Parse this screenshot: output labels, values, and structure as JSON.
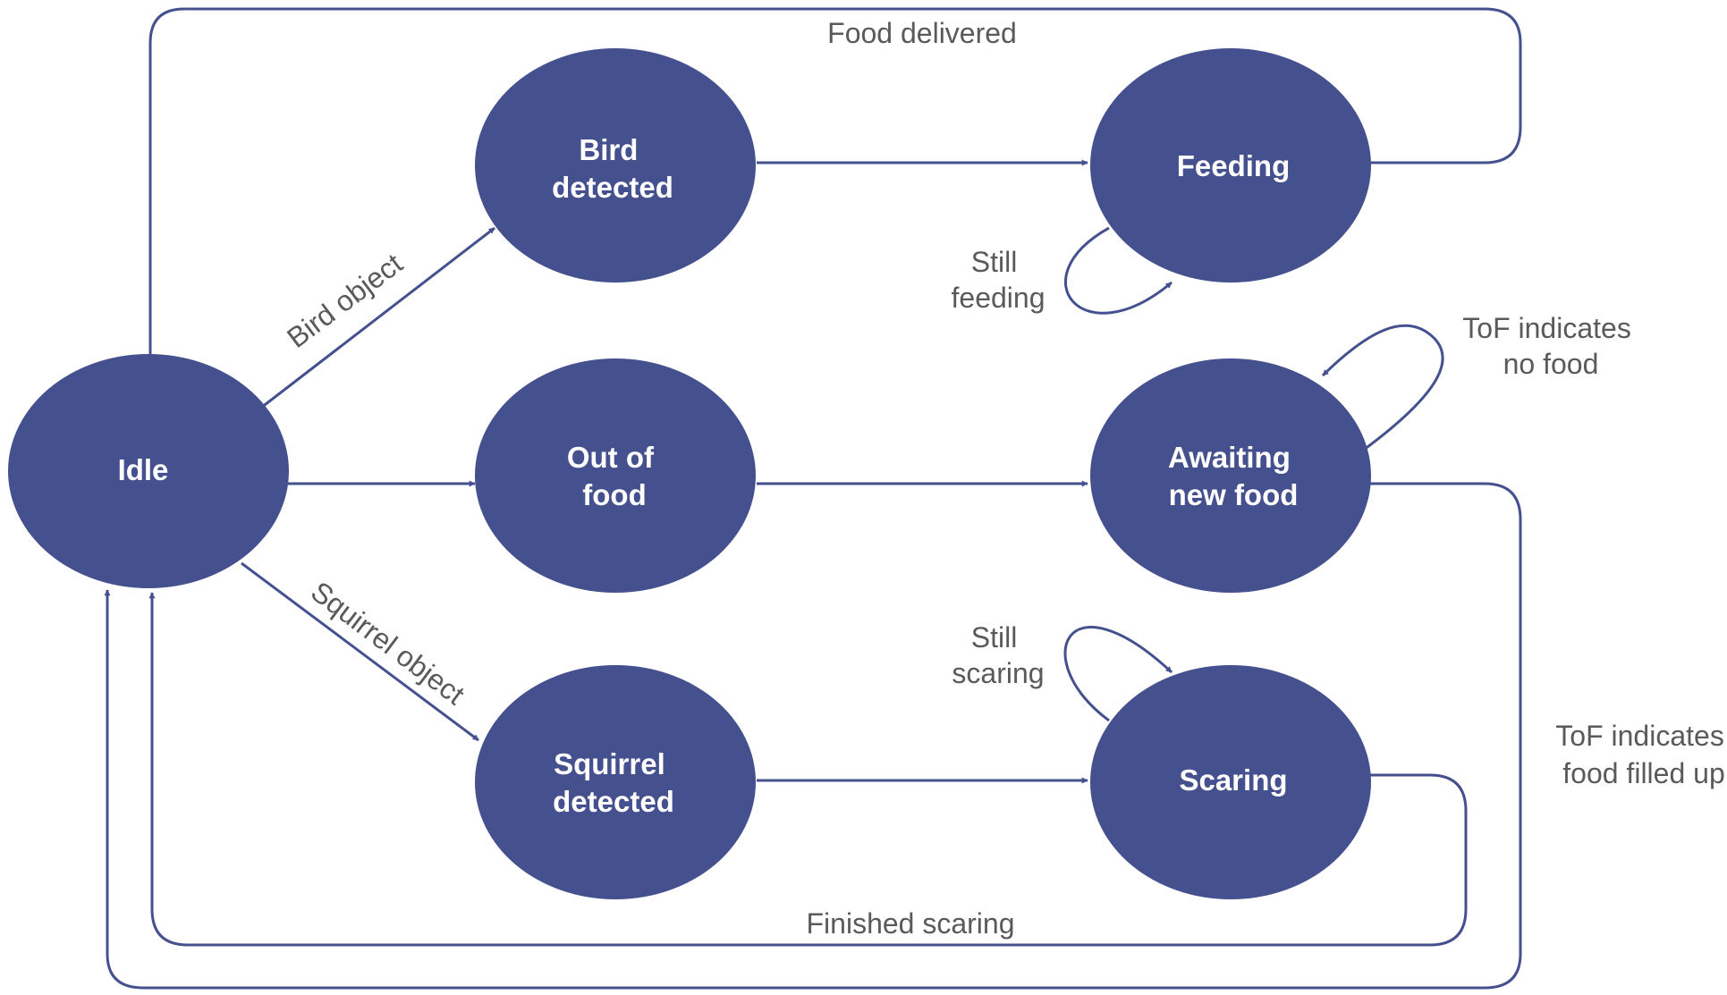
{
  "colors": {
    "node_fill": "#45508f",
    "node_text": "#ffffff",
    "edge": "#45508f",
    "label_text": "#5a5a5a",
    "background": "#ffffff"
  },
  "nodes": {
    "idle": {
      "lines": [
        "Idle"
      ]
    },
    "bird_detected": {
      "lines": [
        "Bird",
        "detected"
      ]
    },
    "feeding": {
      "lines": [
        "Feeding"
      ]
    },
    "out_of_food": {
      "lines": [
        "Out of",
        "food"
      ]
    },
    "awaiting_new_food": {
      "lines": [
        "Awaiting",
        "new food"
      ]
    },
    "squirrel_detected": {
      "lines": [
        "Squirrel",
        "detected"
      ]
    },
    "scaring": {
      "lines": [
        "Scaring"
      ]
    }
  },
  "edge_labels": {
    "food_delivered": [
      "Food delivered"
    ],
    "bird_object": [
      "Bird object"
    ],
    "squirrel_object": [
      "Squirrel object"
    ],
    "still_feeding": [
      "Still",
      "feeding"
    ],
    "tof_no_food": [
      "ToF indicates",
      "no food"
    ],
    "still_scaring": [
      "Still",
      "scaring"
    ],
    "tof_filled": [
      "ToF indicates",
      "food filled up"
    ],
    "finished_scaring": [
      "Finished scaring"
    ]
  }
}
